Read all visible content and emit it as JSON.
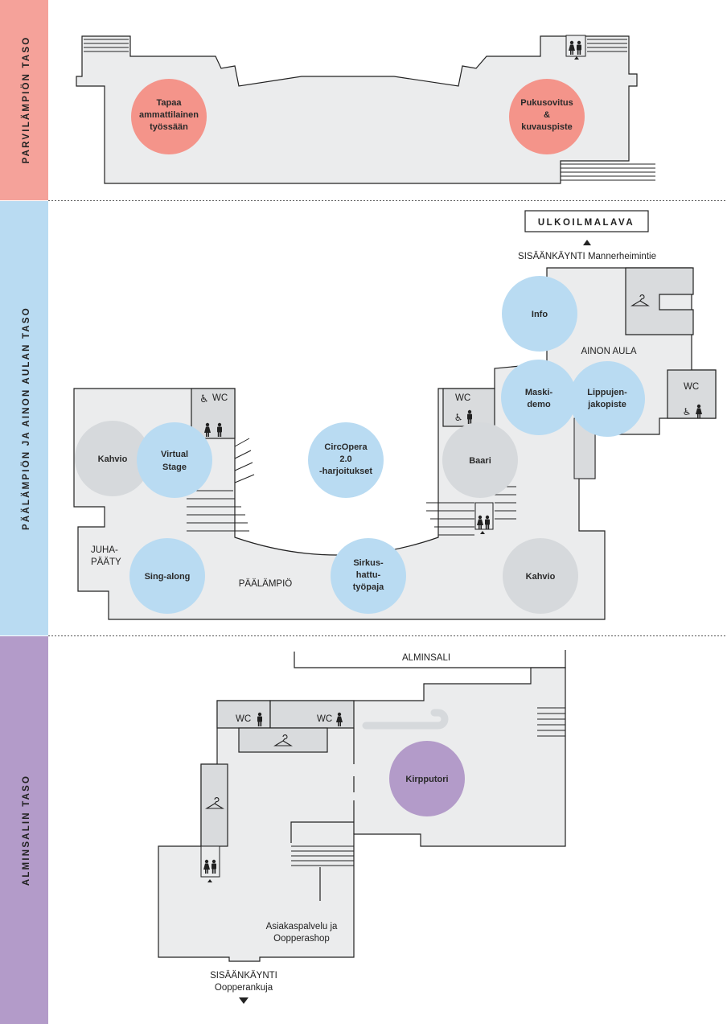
{
  "colors": {
    "parvi": "#f5a29a",
    "paa": "#b9dbf2",
    "almi": "#b39bc9",
    "circle_pink": "#f4948a",
    "circle_blue": "#b9dbf2",
    "circle_grey": "#d6d9dc",
    "circle_purple": "#b39bc9"
  },
  "levels": {
    "parvi": {
      "title": "PARVILÄMPIÖN TASO",
      "spots": [
        {
          "lines": [
            "Tapaa",
            "ammattilainen",
            "työssään"
          ]
        },
        {
          "lines": [
            "Pukusovitus",
            "&",
            "kuvauspiste"
          ]
        }
      ]
    },
    "paa": {
      "title": "PÄÄLÄMPIÖN JA AINON AULAN TASO",
      "ulkoilmalava": "ULKOILMALAVA",
      "entrance": "SISÄÄNKÄYNTI  Mannerheimintie",
      "ainon_aula": "AINON AULA",
      "juhapaaty": [
        "JUHA-",
        "PÄÄTY"
      ],
      "paalampio": "PÄÄLÄMPIÖ",
      "wc": "WC",
      "spots": [
        {
          "lines": [
            "Kahvio"
          ]
        },
        {
          "lines": [
            "Virtual",
            "Stage"
          ]
        },
        {
          "lines": [
            "CircOpera",
            "2.0",
            "-harjoitukset"
          ]
        },
        {
          "lines": [
            "Baari"
          ]
        },
        {
          "lines": [
            "Info"
          ]
        },
        {
          "lines": [
            "Maski-",
            "demo"
          ]
        },
        {
          "lines": [
            "Lippujen-",
            "jakopiste"
          ]
        },
        {
          "lines": [
            "Sing-along"
          ]
        },
        {
          "lines": [
            "Sirkus-",
            "hattu-",
            "työpaja"
          ]
        },
        {
          "lines": [
            "Kahvio"
          ]
        }
      ]
    },
    "almi": {
      "title": "ALMINSALIN TASO",
      "alminsali": "ALMINSALI",
      "wc": "WC",
      "service": [
        "Asiakaspalvelu ja",
        "Oopperashop"
      ],
      "entrance": [
        "SISÄÄNKÄYNTI",
        "Oopperankuja"
      ],
      "spots": [
        {
          "lines": [
            "Kirpputori"
          ]
        }
      ]
    }
  }
}
